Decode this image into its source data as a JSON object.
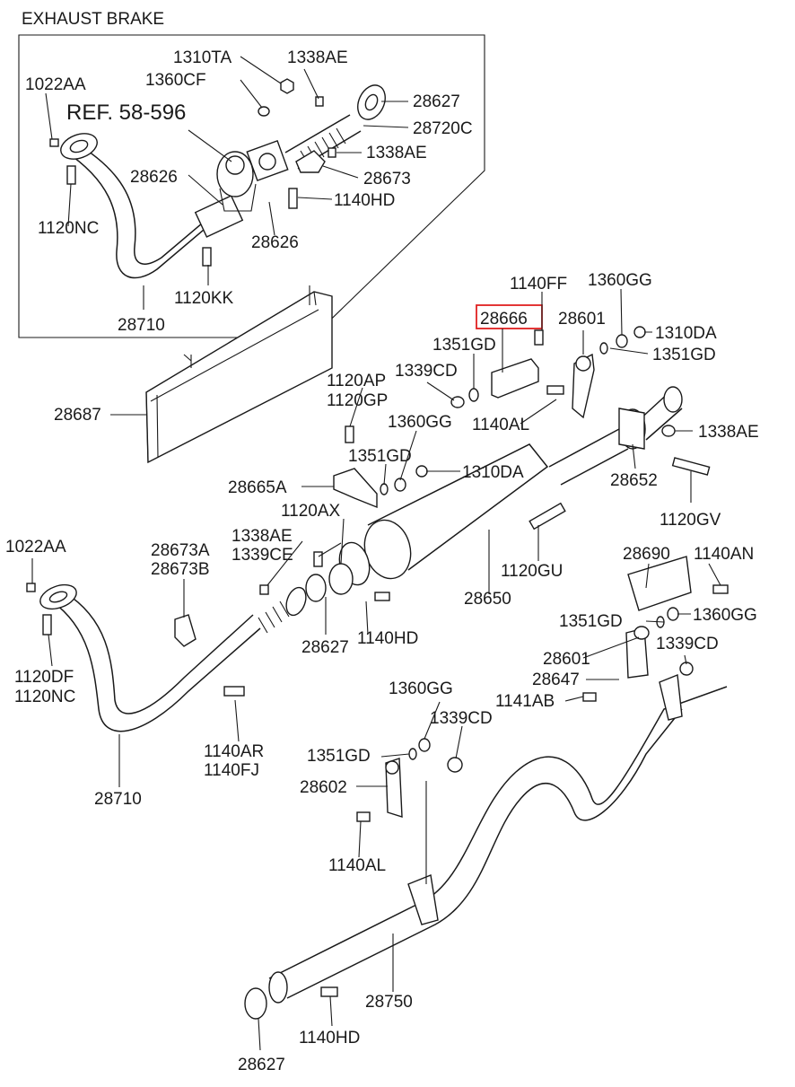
{
  "title": "EXHAUST BRAKE",
  "ref_label": "REF. 58-596",
  "highlight_color": "#e02020",
  "labels": {
    "l_1310TA": "1310TA",
    "l_1338AE_a": "1338AE",
    "l_1360CF": "1360CF",
    "l_1022AA_a": "1022AA",
    "l_28627_a": "28627",
    "l_28720C": "28720C",
    "l_1338AE_b": "1338AE",
    "l_28626_a": "28626",
    "l_28673": "28673",
    "l_1140HD_a": "1140HD",
    "l_1120NC_a": "1120NC",
    "l_28626_b": "28626",
    "l_1120KK": "1120KK",
    "l_28710_a": "28710",
    "l_1140FF": "1140FF",
    "l_1360GG_a": "1360GG",
    "l_28666": "28666",
    "l_28601_a": "28601",
    "l_1310DA_a": "1310DA",
    "l_1351GD_a": "1351GD",
    "l_1351GD_b": "1351GD",
    "l_1120AP": "1120AP",
    "l_1339CD_a": "1339CD",
    "l_1120GP": "1120GP",
    "l_28687": "28687",
    "l_1140AL_a": "1140AL",
    "l_1360GG_b": "1360GG",
    "l_1338AE_c": "1338AE",
    "l_1351GD_c": "1351GD",
    "l_1310DA_b": "1310DA",
    "l_28665A": "28665A",
    "l_28652": "28652",
    "l_1120AX": "1120AX",
    "l_1120GV": "1120GV",
    "l_1022AA_b": "1022AA",
    "l_1338AE_d": "1338AE",
    "l_28673A": "28673A",
    "l_28673B": "28673B",
    "l_1339CE": "1339CE",
    "l_1120GU": "1120GU",
    "l_28690": "28690",
    "l_1140AN": "1140AN",
    "l_28650": "28650",
    "l_1351GD_d": "1351GD",
    "l_1360GG_c": "1360GG",
    "l_28627_b": "28627",
    "l_1140HD_b": "1140HD",
    "l_1120DF": "1120DF",
    "l_1120NC_b": "1120NC",
    "l_28601_b": "28601",
    "l_1339CD_b": "1339CD",
    "l_28647": "28647",
    "l_1360GG_d": "1360GG",
    "l_1141AB": "1141AB",
    "l_1339CD_c": "1339CD",
    "l_1140AR": "1140AR",
    "l_1140FJ": "1140FJ",
    "l_1351GD_e": "1351GD",
    "l_28710_b": "28710",
    "l_28602": "28602",
    "l_1140AL_b": "1140AL",
    "l_28750": "28750",
    "l_1140HD_c": "1140HD",
    "l_28627_c": "28627"
  }
}
